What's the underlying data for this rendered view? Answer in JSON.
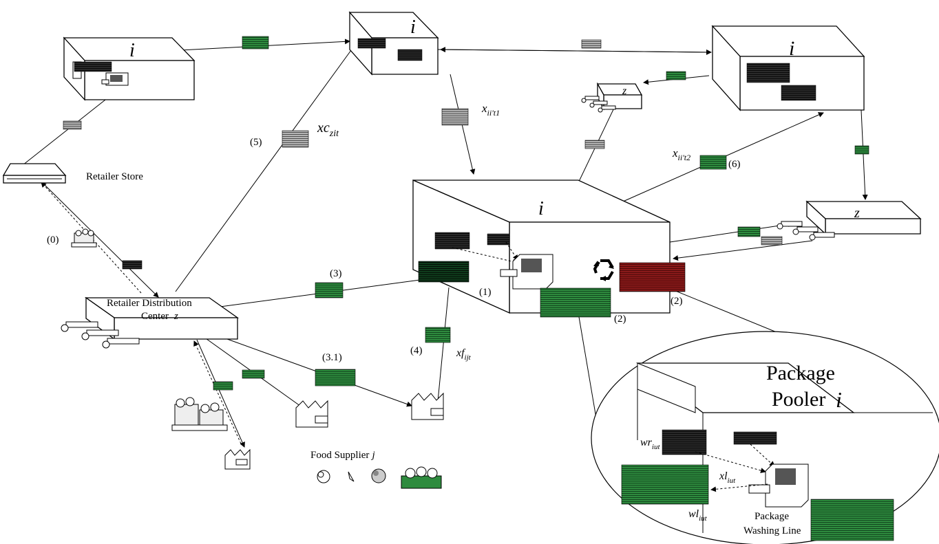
{
  "nodes": {
    "pooler_top_left": {
      "label": "i"
    },
    "pooler_top_middle": {
      "label": "i"
    },
    "pooler_top_right": {
      "label": "i"
    },
    "pooler_center": {
      "label": "i"
    },
    "depot_upper": {
      "label": "z"
    },
    "depot_right": {
      "label": "z"
    },
    "retailer_store": {
      "label": "Retailer Store"
    },
    "retailer_dc": {
      "label_line1": "Retailer Distribution",
      "label_line2": "Center",
      "label_var": "z"
    },
    "food_supplier": {
      "label": "Food Supplier",
      "label_var": "j"
    }
  },
  "flows": {
    "step0": "(0)",
    "step1": "(1)",
    "step2a": "(2)",
    "step2b": "(2)",
    "step3": "(3)",
    "step31": "(3.1)",
    "step4": "(4)",
    "step5": "(5)",
    "step6": "(6)"
  },
  "variables": {
    "x_ii_t1": {
      "base": "x",
      "sub": "ii't1"
    },
    "x_ii_t2": {
      "base": "x",
      "sub": "ii't2"
    },
    "xc_zit": {
      "base": "xc",
      "sub": "zit"
    },
    "xf_ijt": {
      "base": "xf",
      "sub": "ijt"
    },
    "wr_iut": {
      "base": "wr",
      "sub": "iut"
    },
    "xl_iut": {
      "base": "xl",
      "sub": "iut"
    },
    "wl_iut": {
      "base": "wl",
      "sub": "iut"
    }
  },
  "zoom": {
    "title_line1": "Package",
    "title_line2": "Pooler",
    "title_var": "i",
    "washing_line1": "Package",
    "washing_line2": "Washing Line"
  },
  "icons": {
    "recycle": "recycle-icon",
    "washer": "washing-machine-icon",
    "crate": "crate-stack-icon"
  },
  "colors": {
    "green_crate": "#2e8b3e",
    "dark_green_crate": "#0f3d1c",
    "black_crate": "#1a1a1a",
    "grey_crate": "#9a9a9a",
    "red_crate": "#8b1a1a"
  }
}
